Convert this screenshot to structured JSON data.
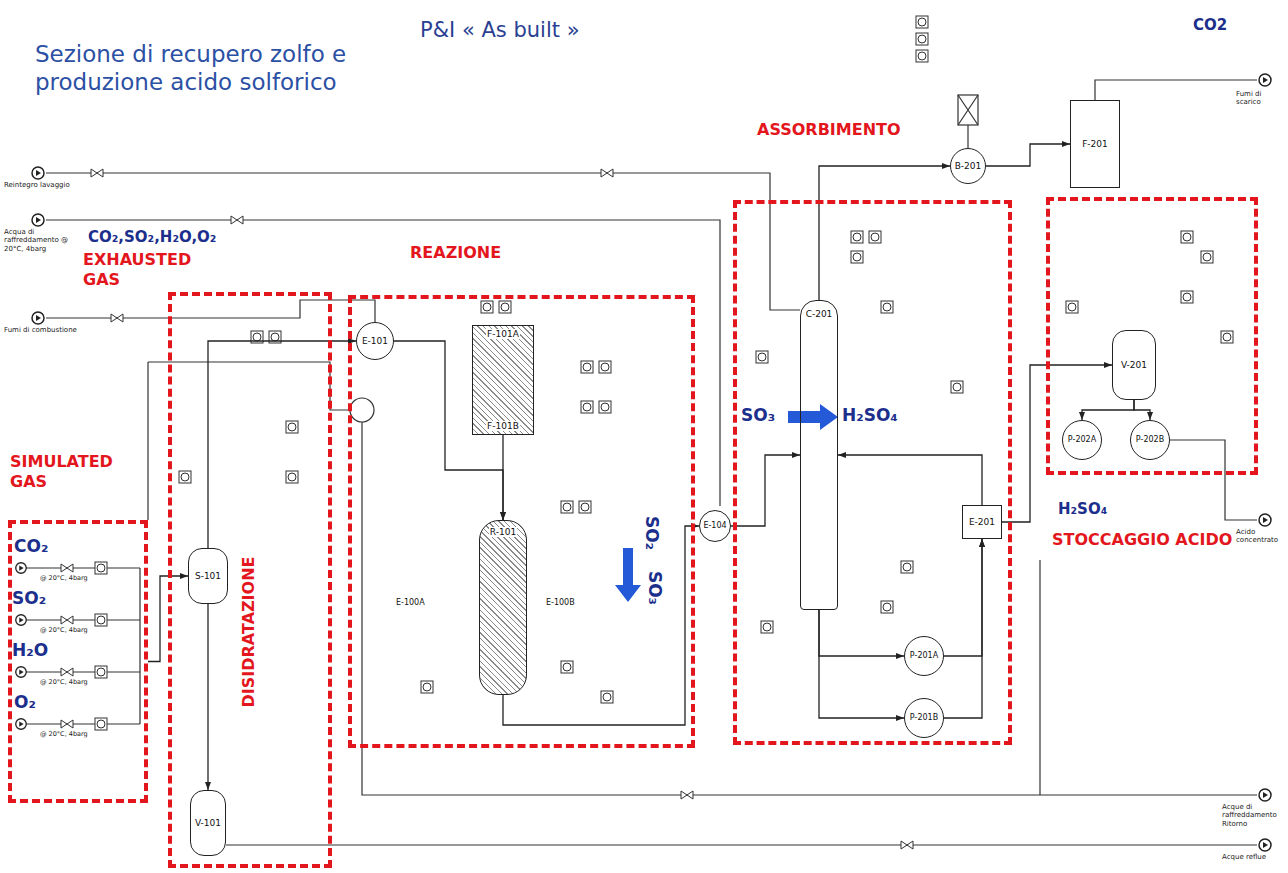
{
  "diagram": {
    "title": "P&I « As built »",
    "nodes": [
      {
        "text": [
          "SIMULATED GAS",
          "CO₂",
          "SO₂",
          "H₂O",
          "O₂"
        ]
      },
      {
        "text": [
          "DISIDRATAZIONE"
        ]
      },
      {
        "text": [
          "S-101"
        ],
        "in": 1
      },
      {
        "text": [
          "V-101"
        ],
        "in": 1
      },
      {
        "text": [
          "REAZIONE",
          "SO₂",
          "SO₃"
        ]
      },
      {
        "text": [
          "E-101"
        ],
        "in": 4
      },
      {
        "text": [
          "F-101A",
          "F-101B"
        ],
        "in": 4
      },
      {
        "text": [
          "R-101"
        ],
        "in": 4
      },
      {
        "text": [
          "E-104"
        ]
      },
      {
        "text": [
          "ASSORBIMENTO",
          "SO₃",
          "H₂SO₄"
        ]
      },
      {
        "text": [
          "C-201"
        ],
        "in": 9
      },
      {
        "text": [
          "P-201A"
        ],
        "in": 9
      },
      {
        "text": [
          "P-201B"
        ],
        "in": 9
      },
      {
        "text": [
          "E-201"
        ],
        "in": 9
      },
      {
        "text": [
          "B-201"
        ]
      },
      {
        "text": [
          "F-201"
        ]
      },
      {
        "text": [
          "STOCCAGGIO ACIDO"
        ]
      },
      {
        "text": [
          "V-201"
        ],
        "in": 16
      },
      {
        "text": [
          "P-202A"
        ],
        "in": 16
      },
      {
        "text": [
          "P-202B"
        ],
        "in": 16
      }
    ],
    "edges": [
      {
        "from": 0,
        "to": 2,
        "arrow": "to"
      },
      {
        "from": 2,
        "to": 3,
        "arrow": "to"
      },
      {
        "from": 2,
        "to": 5,
        "arrow": "to"
      },
      {
        "from": 5,
        "to": 7,
        "arrow": "to"
      },
      {
        "from": 6,
        "to": 7,
        "arrow": "to"
      },
      {
        "from": 7,
        "to": 8,
        "arrow": "to"
      },
      {
        "from": 8,
        "to": 10,
        "arrow": "to"
      },
      {
        "from": 10,
        "to": 14,
        "arrow": "to"
      },
      {
        "from": 14,
        "to": 15,
        "arrow": "to"
      },
      {
        "from": 10,
        "to": 11,
        "arrow": "to"
      },
      {
        "from": 10,
        "to": 12,
        "arrow": "to"
      },
      {
        "from": 11,
        "to": 13,
        "arrow": "to"
      },
      {
        "from": 12,
        "to": 13,
        "arrow": "to"
      },
      {
        "from": 13,
        "to": 10,
        "arrow": "to"
      },
      {
        "from": 13,
        "to": 17,
        "arrow": "to"
      },
      {
        "from": 17,
        "to": 18,
        "arrow": "to"
      },
      {
        "from": 17,
        "to": 19,
        "arrow": "to"
      }
    ],
    "labels": [
      "Sezione di recupero zolfo e produzione acido solforico",
      "CO2",
      "CO₂,SO₂,H₂O,O₂",
      "EXHAUSTED GAS",
      "Reintegro lavaggio",
      "Acqua di raffreddamento @ 20°C, 4barg",
      "Fumi di combustione",
      "Fumi di scarico",
      "Acido concentrato",
      "Acque di raffreddamento Ritorno",
      "Acque reflue",
      "E-100A",
      "E-100B",
      "H₂SO₄",
      "@ 20°C, 4barg",
      "@ 20°C, 4barg",
      "@ 20°C, 4barg",
      "@ 20°C, 4barg"
    ]
  }
}
